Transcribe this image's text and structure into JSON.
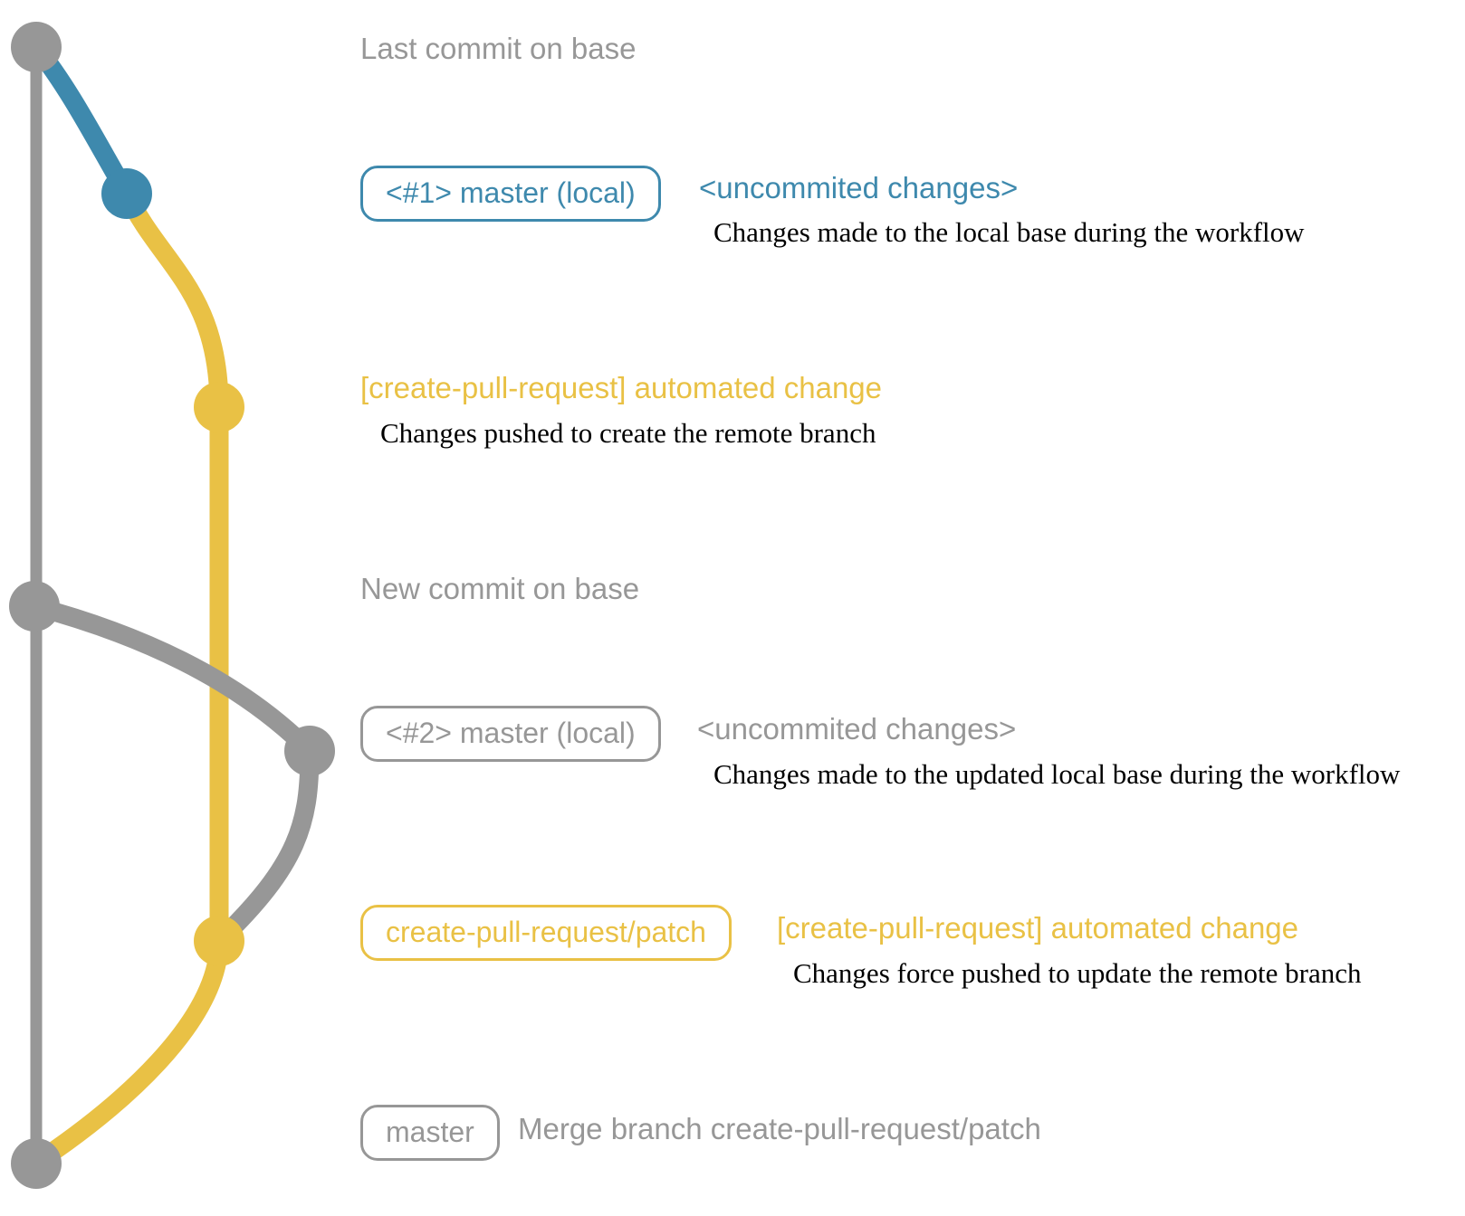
{
  "colors": {
    "gray": "#979797",
    "blue": "#3e89ad",
    "yellow": "#e9c145",
    "dark": "#000000"
  },
  "rows": [
    {
      "id": "last-commit-on-base",
      "message": "Last commit on base"
    },
    {
      "id": "local-commit-1",
      "tag": "<#1> master (local)",
      "message": "<uncommited changes>",
      "note": "Changes made to the local base during the workflow"
    },
    {
      "id": "remote-branch-commit-1",
      "message": "[create-pull-request] automated change",
      "note": "Changes pushed to create the remote branch"
    },
    {
      "id": "new-commit-on-base",
      "message": "New commit on base"
    },
    {
      "id": "local-commit-2",
      "tag": "<#2> master (local)",
      "message": "<uncommited changes>",
      "note": "Changes made to the updated local base during the workflow"
    },
    {
      "id": "remote-branch-commit-2",
      "tag": "create-pull-request/patch",
      "message": "[create-pull-request] automated change",
      "note": "Changes force pushed to update the remote branch"
    },
    {
      "id": "merge-commit",
      "tag": "master",
      "message": "Merge branch create-pull-request/patch"
    }
  ]
}
